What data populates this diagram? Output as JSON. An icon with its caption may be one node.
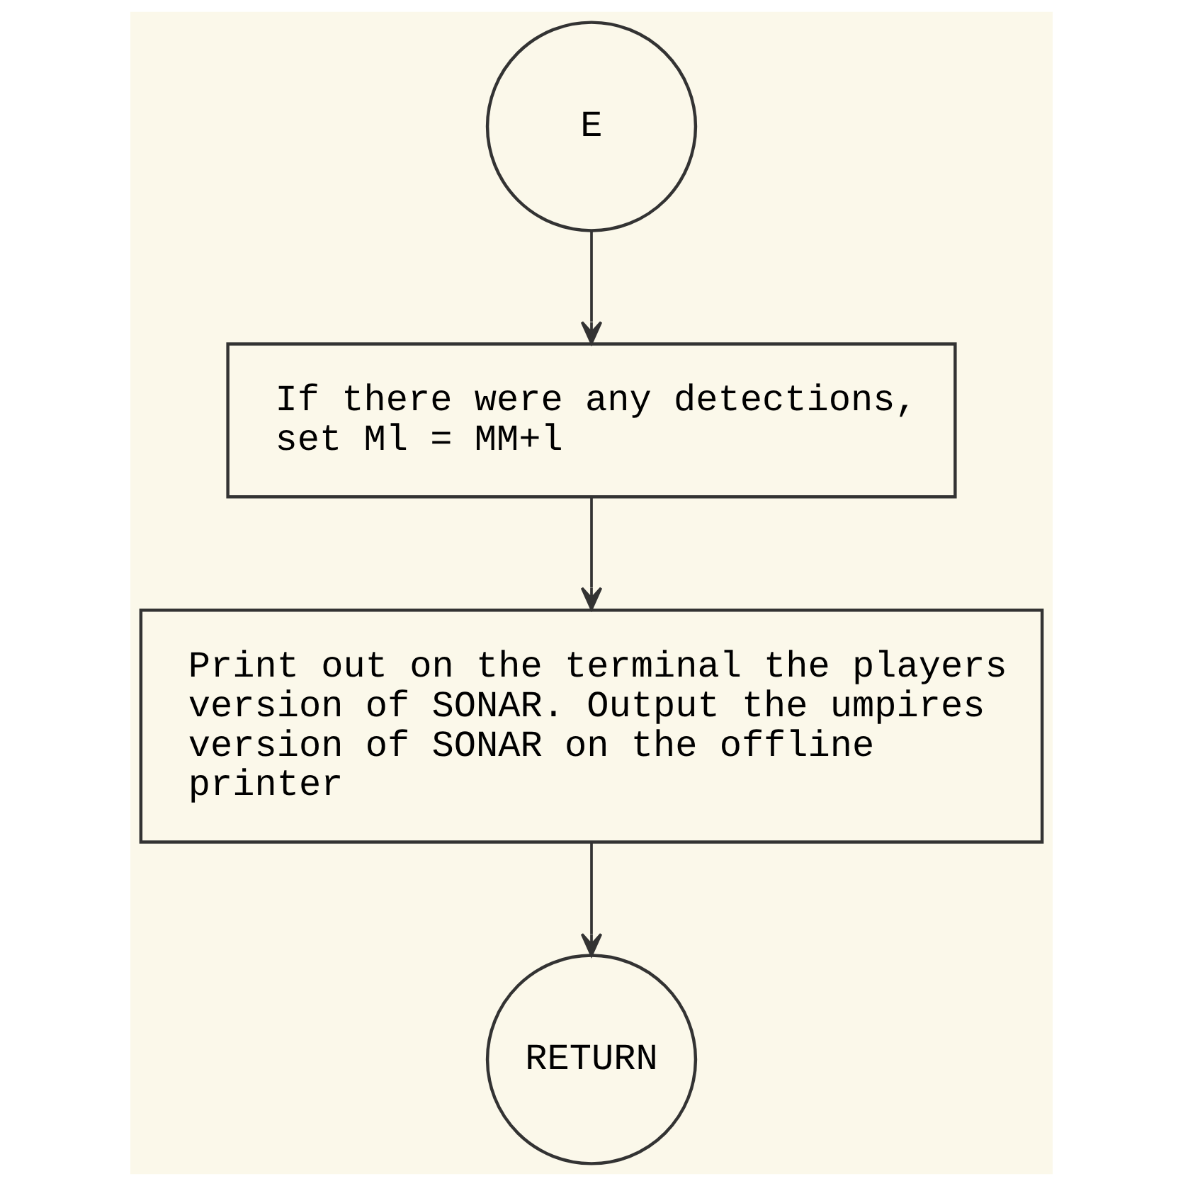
{
  "diagram": {
    "nodes": [
      {
        "text": [
          "E"
        ]
      },
      {
        "text": [
          "If there were any detections, set Ml = MM+l"
        ]
      },
      {
        "text": [
          "Print out on the terminal the players version of SONAR. Output the umpires version of SONAR on the offline printer"
        ]
      },
      {
        "text": [
          "RETURN"
        ]
      }
    ],
    "edges": [
      {
        "from": 0,
        "to": 1,
        "arrow": "to"
      },
      {
        "from": 1,
        "to": 2,
        "arrow": "to"
      },
      {
        "from": 2,
        "to": 3,
        "arrow": "to"
      }
    ]
  }
}
